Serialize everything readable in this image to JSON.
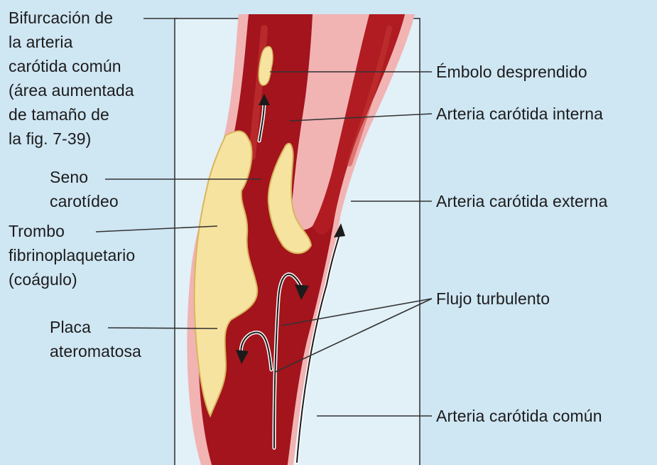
{
  "labels": {
    "bifurcacion": [
      "Bifurcación de",
      "la arteria",
      "carótida común",
      "(área aumentada",
      "de tamaño de",
      "la fig. 7-39)"
    ],
    "seno": [
      "Seno",
      "carotídeo"
    ],
    "trombo": [
      "Trombo",
      "fibrinoplaquetario",
      "(coágulo)"
    ],
    "placa": [
      "Placa",
      "ateromatosa"
    ],
    "embolo": "Émbolo desprendido",
    "interna": "Arteria carótida interna",
    "externa": "Arteria carótida externa",
    "flujo": "Flujo turbulento",
    "comun": "Arteria carótida común"
  },
  "colors": {
    "background": "#cfe6f3",
    "panel": "#e2f0f8",
    "artery_wall": "#f2b3b3",
    "lumen": "#a3141c",
    "lumen_highlight": "#c62a2a",
    "plaque": "#f7e3a0",
    "plaque_edge": "#d8b65e",
    "leader_line": "#333333"
  }
}
